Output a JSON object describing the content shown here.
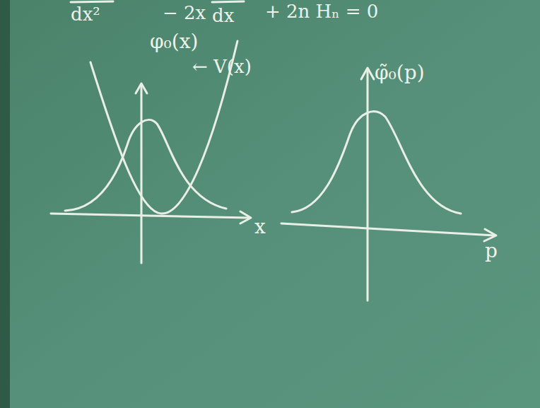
{
  "diagram": {
    "labels": [
      "dx²",
      "− 2x",
      "dx",
      "+ 2n Hₙ = 0",
      "φ₀(x)",
      "← V(x)",
      "x",
      "φ̃₀(p)",
      "p"
    ]
  }
}
